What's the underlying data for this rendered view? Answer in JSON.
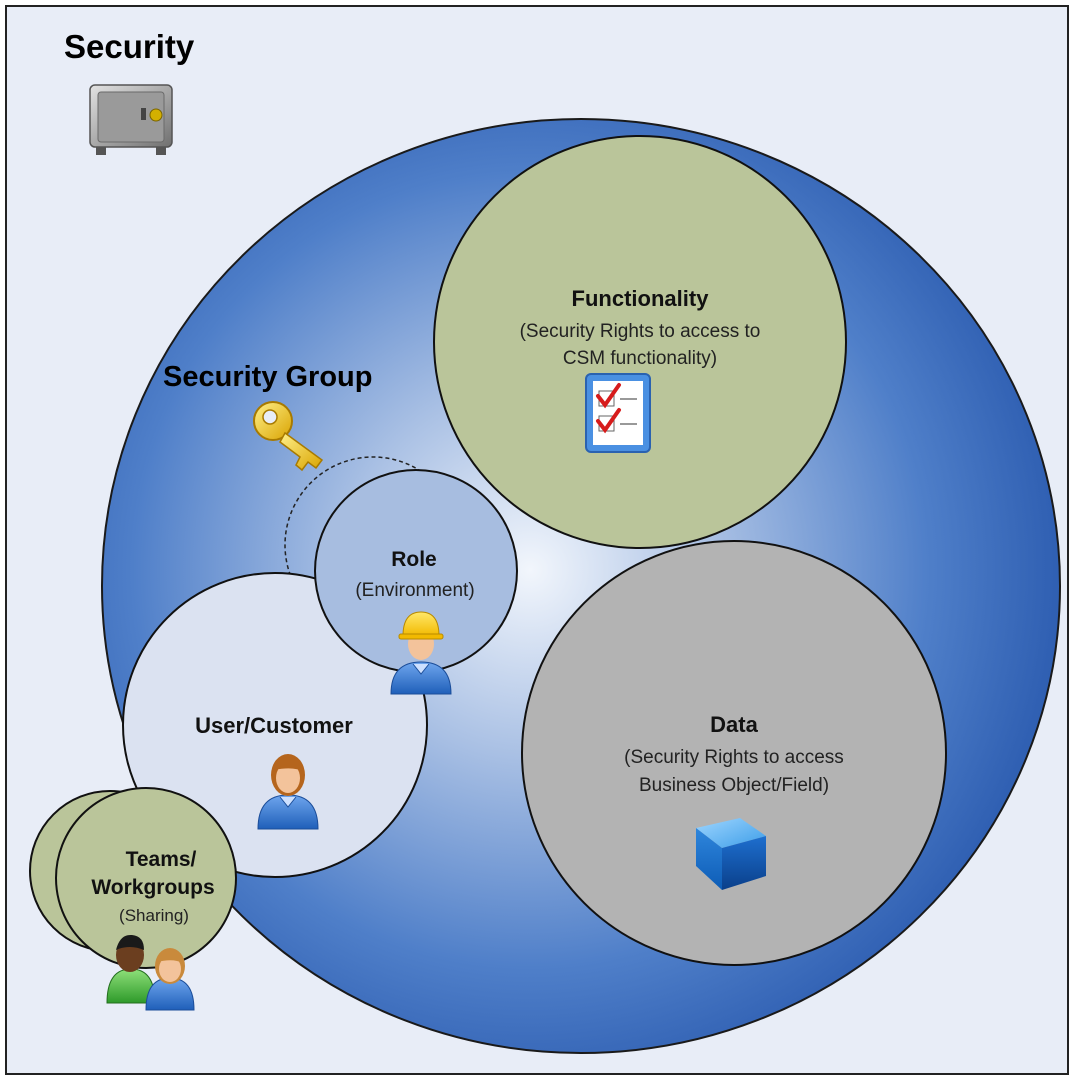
{
  "title": "Security",
  "security_group": {
    "label": "Security Group"
  },
  "functionality": {
    "title": "Functionality",
    "desc_line1": "(Security Rights to access to",
    "desc_line2": "CSM functionality)"
  },
  "role": {
    "title": "Role",
    "desc": "(Environment)"
  },
  "user": {
    "title": "User/Customer"
  },
  "data": {
    "title": "Data",
    "desc_line1": "(Security Rights to access",
    "desc_line2": "Business Object/Field)"
  },
  "teams": {
    "title_line1": "Teams/",
    "title_line2": "Workgroups",
    "desc": "(Sharing)"
  },
  "colors": {
    "background": "#e8edf7",
    "security_group_outer": "#3b6ec0",
    "security_group_inner": "#eef3fb",
    "functionality_fill": "#bac59a",
    "data_fill": "#b3b3b3",
    "role_fill": "#a7bde0",
    "user_fill": "#dbe2f1",
    "teams_fill": "#bac59a"
  },
  "icons": [
    "safe-icon",
    "key-icon",
    "checklist-icon",
    "worker-icon",
    "user-icon",
    "cube-icon",
    "team-icon"
  ]
}
